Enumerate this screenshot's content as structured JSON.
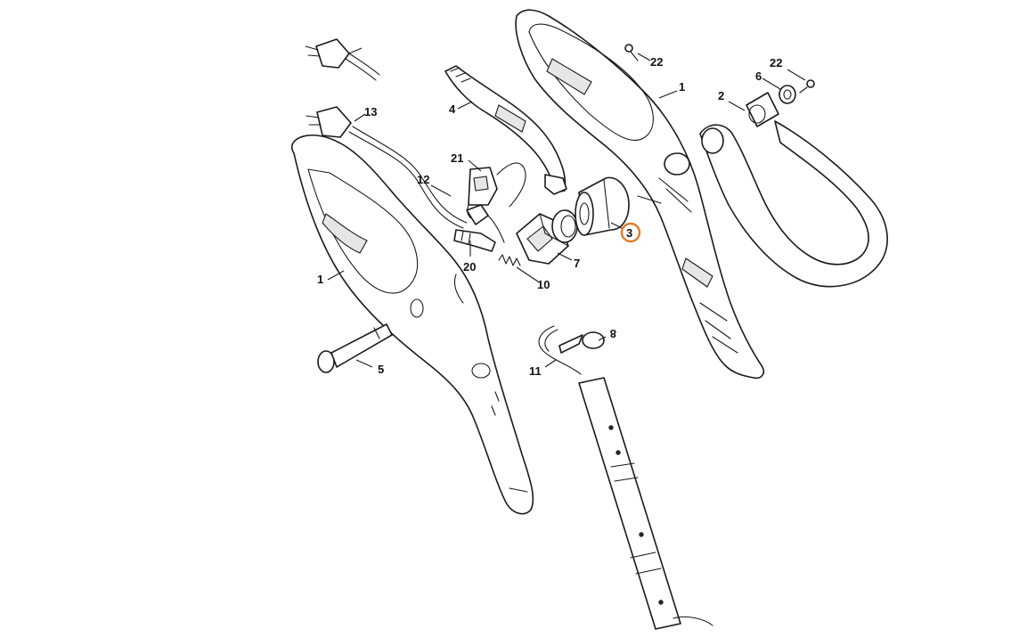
{
  "diagram": {
    "accent_color": "#e07b2a",
    "selected_part": "3",
    "callouts": {
      "c1_left": "1",
      "c1_right": "1",
      "c2": "2",
      "c3": "3",
      "c4": "4",
      "c5": "5",
      "c6": "6",
      "c7": "7",
      "c8": "8",
      "c10": "10",
      "c11": "11",
      "c12": "12",
      "c13": "13",
      "c20": "20",
      "c21": "21",
      "c22_top": "22",
      "c22_right": "22"
    }
  }
}
